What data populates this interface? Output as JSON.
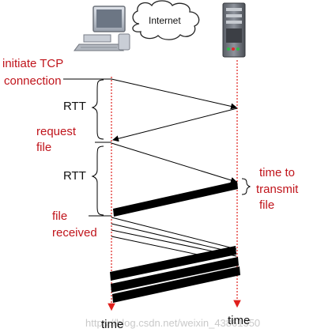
{
  "network": {
    "cloud_label": "Internet"
  },
  "labels": {
    "initiate_line1": "initiate TCP",
    "initiate_line2": "connection",
    "rtt_1": "RTT",
    "request_line1": "request",
    "request_line2": "file",
    "rtt_2": "RTT",
    "transmit_line1": "time to",
    "transmit_line2": "transmit",
    "transmit_line3": "file",
    "received_line1": "file",
    "received_line2": "received",
    "time_client": "time",
    "time_server": "time"
  },
  "watermark": "https://blog.csdn.net/weixin_43861350",
  "colors": {
    "label_red": "#c0141b",
    "timeline_red": "#e0201c",
    "message_black": "#000000"
  },
  "icons": [
    "desktop-computer-icon",
    "cloud-icon",
    "server-tower-icon"
  ]
}
